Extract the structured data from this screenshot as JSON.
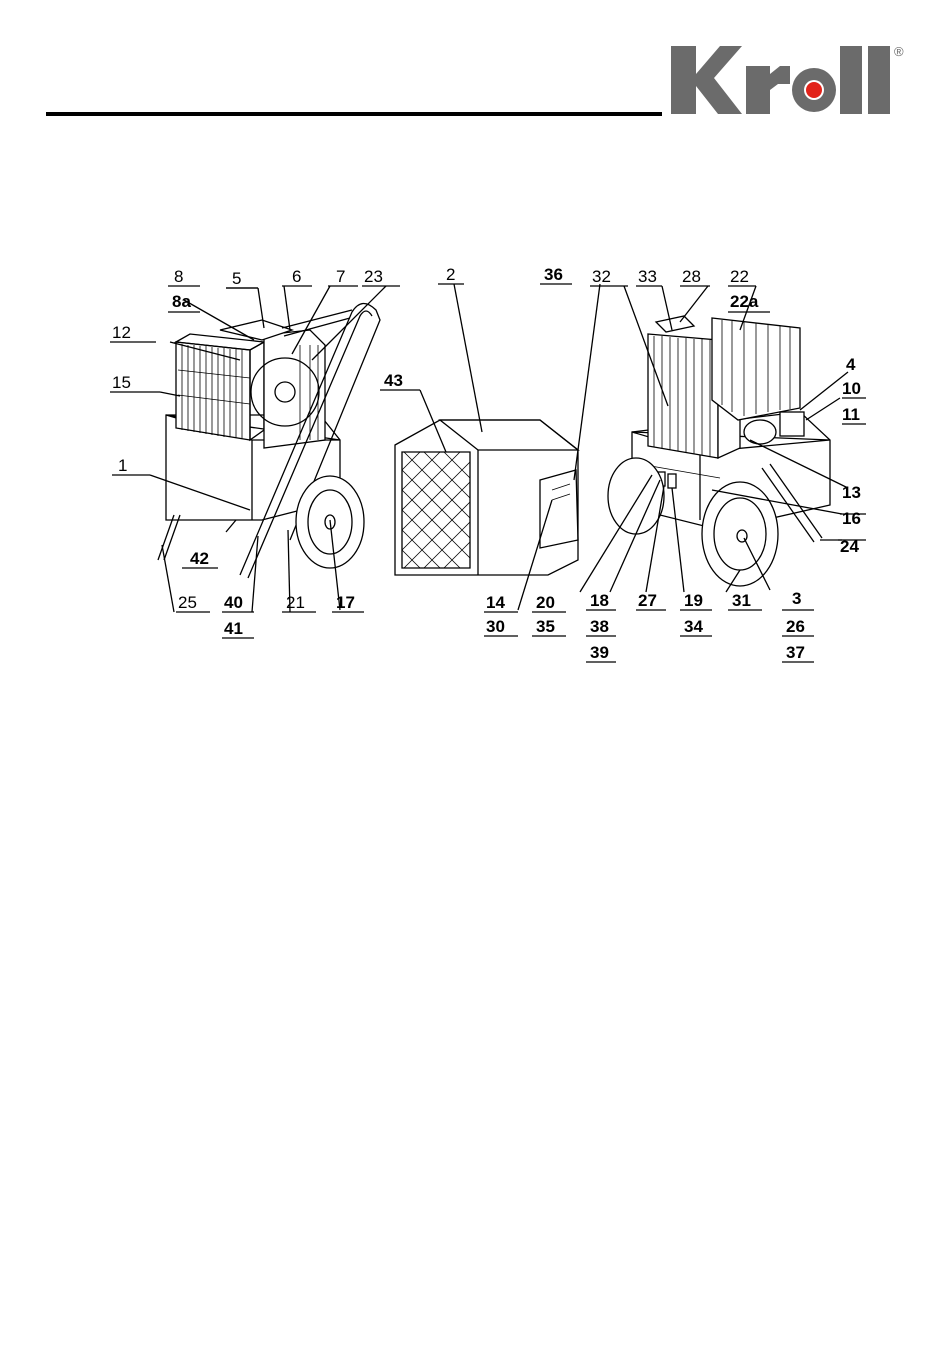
{
  "brand": {
    "logo_text": "Kroll",
    "registered_mark": "®",
    "logo_color": "#6b6b6b",
    "dot_color": "#e2231a"
  },
  "diagram": {
    "callouts": [
      "1",
      "2",
      "3",
      "4",
      "5",
      "6",
      "7",
      "8",
      "8a",
      "10",
      "11",
      "12",
      "13",
      "14",
      "15",
      "16",
      "17",
      "18",
      "19",
      "20",
      "21",
      "22",
      "22a",
      "23",
      "24",
      "25",
      "26",
      "27",
      "28",
      "30",
      "31",
      "32",
      "33",
      "34",
      "35",
      "36",
      "37",
      "38",
      "39",
      "40",
      "41",
      "42",
      "43"
    ]
  }
}
